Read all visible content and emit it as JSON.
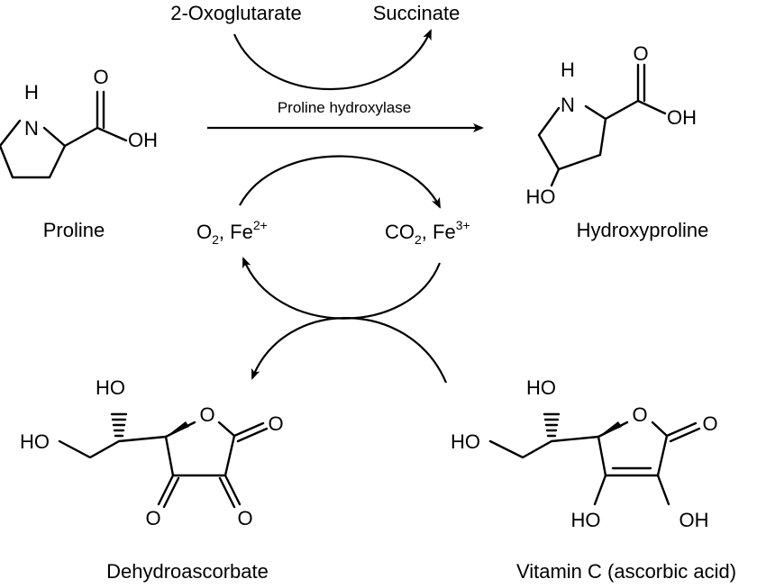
{
  "reagents": {
    "oxoglutarate": "2-Oxoglutarate",
    "succinate": "Succinate",
    "enzyme": "Proline hydroxylase",
    "o2": "O",
    "o2_sub": "2",
    "fe2": ", Fe",
    "fe2_sup": "2+",
    "co2": "CO",
    "co2_sub": "2",
    "fe3": ", Fe",
    "fe3_sup": "3+"
  },
  "compounds": {
    "proline": "Proline",
    "hydroxyproline": "Hydroxyproline",
    "dehydroascorbate": "Dehydroascorbate",
    "vitamin_c": "Vitamin C (ascorbic acid)"
  },
  "atoms": {
    "h": "H",
    "n": "N",
    "o": "O",
    "oh": "OH",
    "ho": "HO"
  }
}
